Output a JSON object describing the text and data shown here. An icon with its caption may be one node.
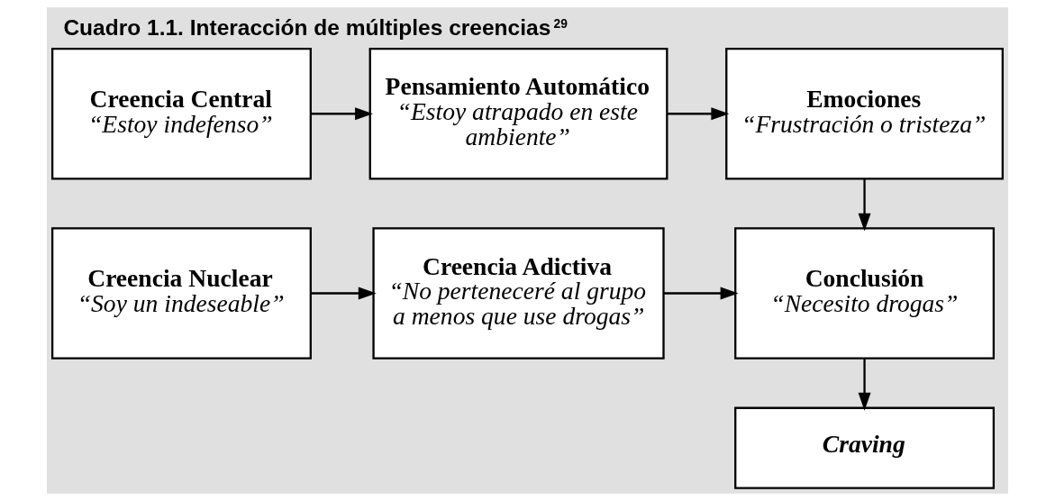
{
  "diagram": {
    "title": "Cuadro 1.1. Interacción de múltiples creencias$^{29}$",
    "nodes": [
      {
        "text": [
          "Creencia Central",
          "“Estoy indefenso”"
        ]
      },
      {
        "text": [
          "Pensamiento Automático",
          "“Estoy atrapado en este ambiente”"
        ]
      },
      {
        "text": [
          "Emociones",
          "“Frustración o tristeza”"
        ]
      },
      {
        "text": [
          "Creencia Nuclear",
          "“Soy un indeseable”"
        ]
      },
      {
        "text": [
          "Creencia Adictiva",
          "“No perteneceré al grupo a menos que use drogas”"
        ]
      },
      {
        "text": [
          "Conclusión",
          "“Necesito drogas”"
        ]
      },
      {
        "text": [
          "Craving"
        ]
      }
    ],
    "edges": [
      {
        "from": 0,
        "to": 1,
        "arrow": "to"
      },
      {
        "from": 1,
        "to": 2,
        "arrow": "to"
      },
      {
        "from": 2,
        "to": 5,
        "arrow": "to"
      },
      {
        "from": 3,
        "to": 4,
        "arrow": "to"
      },
      {
        "from": 4,
        "to": 5,
        "arrow": "to"
      },
      {
        "from": 5,
        "to": 6,
        "arrow": "to"
      }
    ]
  }
}
